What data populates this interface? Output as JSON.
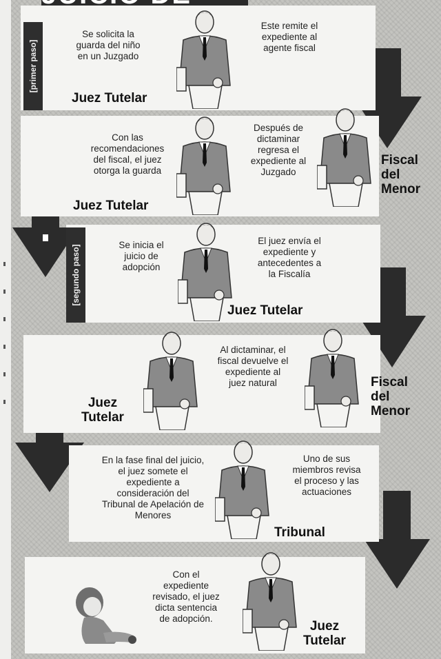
{
  "header": {
    "title": "JUICIO DE"
  },
  "steps": [
    {
      "tag": "[primer paso]",
      "text_left": "Se solicita la\nguarda del niño\nen un Juzgado",
      "text_right": "Este remite el\nexpediente al\nagente fiscal",
      "role": "Juez Tutelar"
    },
    {
      "text_left": "Con las\nrecomendaciones\ndel fiscal, el juez\notorga la guarda",
      "role_left": "Juez Tutelar",
      "text_mid": "Después de\ndictaminar\nregresa el\nexpediente al\nJuzgado",
      "role_right": "Fiscal\ndel\nMenor"
    },
    {
      "tag": "[segundo paso]",
      "text_left": "Se inicia el\njuicio de\nadopción",
      "text_right": "El juez envía el\nexpediente y\nantecedentes a\nla Fiscalía",
      "role": "Juez Tutelar"
    },
    {
      "role_left": "Juez\nTutelar",
      "text_mid": "Al dictaminar, el\nfiscal devuelve el\nexpediente al\njuez natural",
      "role_right": "Fiscal\ndel\nMenor"
    },
    {
      "text_left": "En la fase final del juicio,\nel juez somete el\nexpediente a\nconsideración del\nTribunal de Apelación de\nMenores",
      "text_right": "Uno de sus\nmiembros revisa\nel proceso y las\nactuaciones",
      "role": "Tribunal"
    },
    {
      "text_mid": "Con el\nexpediente\nrevisado, el juez\ndicta sentencia\nde adopción.",
      "role": "Juez\nTutelar"
    }
  ],
  "colors": {
    "panel": "#f4f4f2",
    "arrow": "#2b2b2b",
    "tab": "#2e2e2e",
    "suit": "#8a8a8a",
    "background": "#c4c4c0"
  },
  "icons": [
    "man-in-suit-icon",
    "down-arrow-icon",
    "child-icon"
  ]
}
